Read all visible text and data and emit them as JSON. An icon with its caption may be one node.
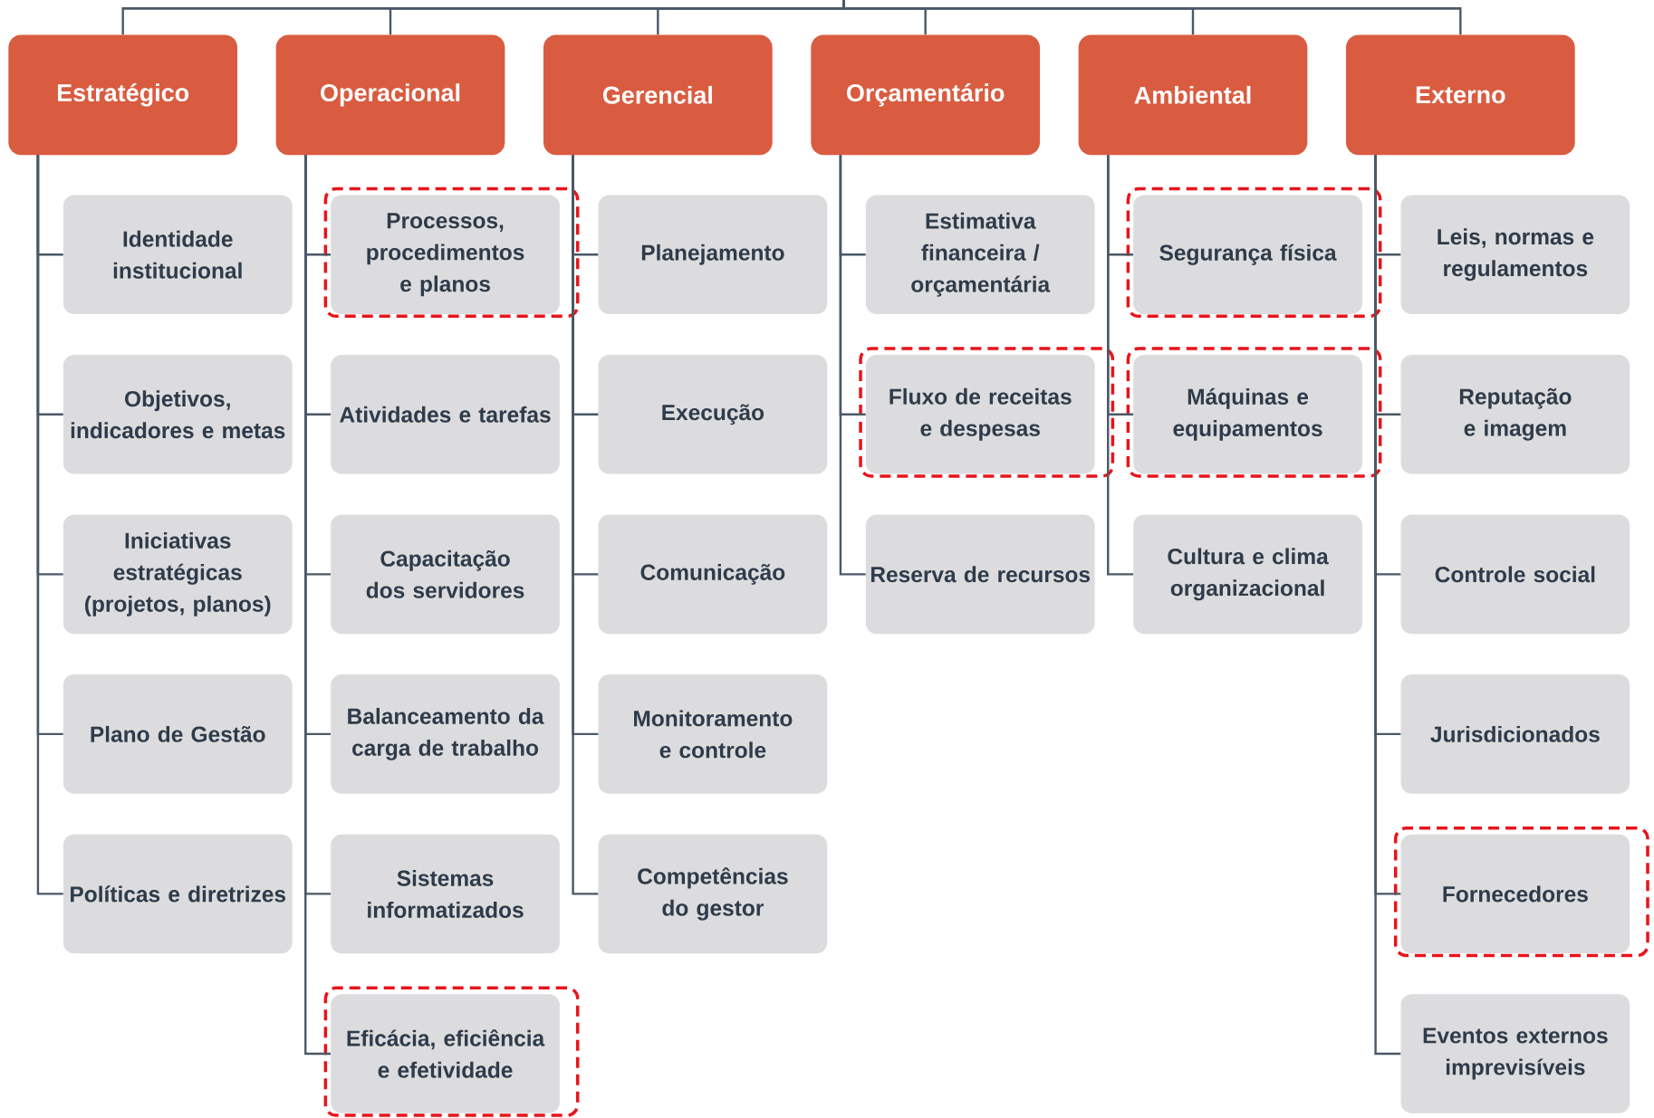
{
  "diagram": {
    "nodes": [
      {
        "text": [
          "Estratégico"
        ]
      },
      {
        "text": [
          "Identidade institucional"
        ]
      },
      {
        "text": [
          "Objetivos, indicadores e metas"
        ]
      },
      {
        "text": [
          "Iniciativas estratégicas (projetos, planos)"
        ]
      },
      {
        "text": [
          "Plano de Gestão"
        ]
      },
      {
        "text": [
          "Políticas e diretrizes"
        ]
      },
      {
        "text": [
          "Operacional"
        ]
      },
      {
        "text": [],
        "shape": "box"
      },
      {
        "text": [
          "Processos, procedimentos e planos"
        ],
        "in": 7
      },
      {
        "text": [
          "Atividades e tarefas"
        ]
      },
      {
        "text": [
          "Capacitação dos servidores"
        ]
      },
      {
        "text": [
          "Balanceamento da carga de trabalho"
        ]
      },
      {
        "text": [
          "Sistemas informatizados"
        ]
      },
      {
        "text": [],
        "shape": "box"
      },
      {
        "text": [
          "Eficácia, eficiência e efetividade"
        ],
        "in": 13
      },
      {
        "text": [
          "Gerencial"
        ]
      },
      {
        "text": [
          "Planejamento"
        ]
      },
      {
        "text": [
          "Execução"
        ]
      },
      {
        "text": [
          "Comunicação"
        ]
      },
      {
        "text": [
          "Monitoramento e controle"
        ]
      },
      {
        "text": [
          "Competências do gestor"
        ]
      },
      {
        "text": [
          "Orçamentário"
        ]
      },
      {
        "text": [
          "Estimativa financeira / orçamentária"
        ]
      },
      {
        "text": [],
        "shape": "box"
      },
      {
        "text": [
          "Fluxo de receitas e despesas"
        ],
        "in": 23
      },
      {
        "text": [
          "Reserva de recursos"
        ]
      },
      {
        "text": [
          "Ambiental"
        ]
      },
      {
        "text": [],
        "shape": "box"
      },
      {
        "text": [
          "Segurança física"
        ],
        "in": 27
      },
      {
        "text": [],
        "shape": "box"
      },
      {
        "text": [
          "Máquinas e equipamentos"
        ],
        "in": 29
      },
      {
        "text": [
          "Cultura e clima organizacional"
        ]
      },
      {
        "text": [
          "Externo"
        ]
      },
      {
        "text": [
          "Leis, normas e regulamentos"
        ]
      },
      {
        "text": [
          "Reputação e imagem"
        ]
      },
      {
        "text": [
          "Controle social"
        ]
      },
      {
        "text": [
          "Jurisdicionados"
        ]
      },
      {
        "text": [],
        "shape": "box"
      },
      {
        "text": [
          "Fornecedores"
        ],
        "in": 37
      },
      {
        "text": [
          "Eventos externos imprevisíveis"
        ]
      }
    ],
    "edges": [
      {
        "from": null,
        "to": 0,
        "arrow": "none"
      },
      {
        "from": null,
        "to": 6,
        "arrow": "none"
      },
      {
        "from": null,
        "to": 15,
        "arrow": "none"
      },
      {
        "from": null,
        "to": 21,
        "arrow": "none"
      },
      {
        "from": null,
        "to": 26,
        "arrow": "none"
      },
      {
        "from": null,
        "to": 32,
        "arrow": "none"
      },
      {
        "from": 0,
        "to": 1,
        "arrow": "none"
      },
      {
        "from": 0,
        "to": 2,
        "arrow": "none"
      },
      {
        "from": 0,
        "to": 3,
        "arrow": "none"
      },
      {
        "from": 0,
        "to": 4,
        "arrow": "none"
      },
      {
        "from": 0,
        "to": 5,
        "arrow": "none"
      },
      {
        "from": 6,
        "to": 8,
        "arrow": "none"
      },
      {
        "from": 6,
        "to": 9,
        "arrow": "none"
      },
      {
        "from": 6,
        "to": 10,
        "arrow": "none"
      },
      {
        "from": 6,
        "to": 11,
        "arrow": "none"
      },
      {
        "from": 6,
        "to": 12,
        "arrow": "none"
      },
      {
        "from": 6,
        "to": 14,
        "arrow": "none"
      },
      {
        "from": 15,
        "to": 16,
        "arrow": "none"
      },
      {
        "from": 15,
        "to": 17,
        "arrow": "none"
      },
      {
        "from": 15,
        "to": 18,
        "arrow": "none"
      },
      {
        "from": 15,
        "to": 19,
        "arrow": "none"
      },
      {
        "from": 15,
        "to": 20,
        "arrow": "none"
      },
      {
        "from": 21,
        "to": 22,
        "arrow": "none"
      },
      {
        "from": 21,
        "to": 24,
        "arrow": "none"
      },
      {
        "from": 21,
        "to": 25,
        "arrow": "none"
      },
      {
        "from": 26,
        "to": 28,
        "arrow": "none"
      },
      {
        "from": 26,
        "to": 30,
        "arrow": "none"
      },
      {
        "from": 26,
        "to": 31,
        "arrow": "none"
      },
      {
        "from": 32,
        "to": 33,
        "arrow": "none"
      },
      {
        "from": 32,
        "to": 34,
        "arrow": "none"
      },
      {
        "from": 32,
        "to": 35,
        "arrow": "none"
      },
      {
        "from": 32,
        "to": 36,
        "arrow": "none"
      },
      {
        "from": 32,
        "to": 38,
        "arrow": "none"
      },
      {
        "from": 32,
        "to": 39,
        "arrow": "none"
      }
    ]
  }
}
